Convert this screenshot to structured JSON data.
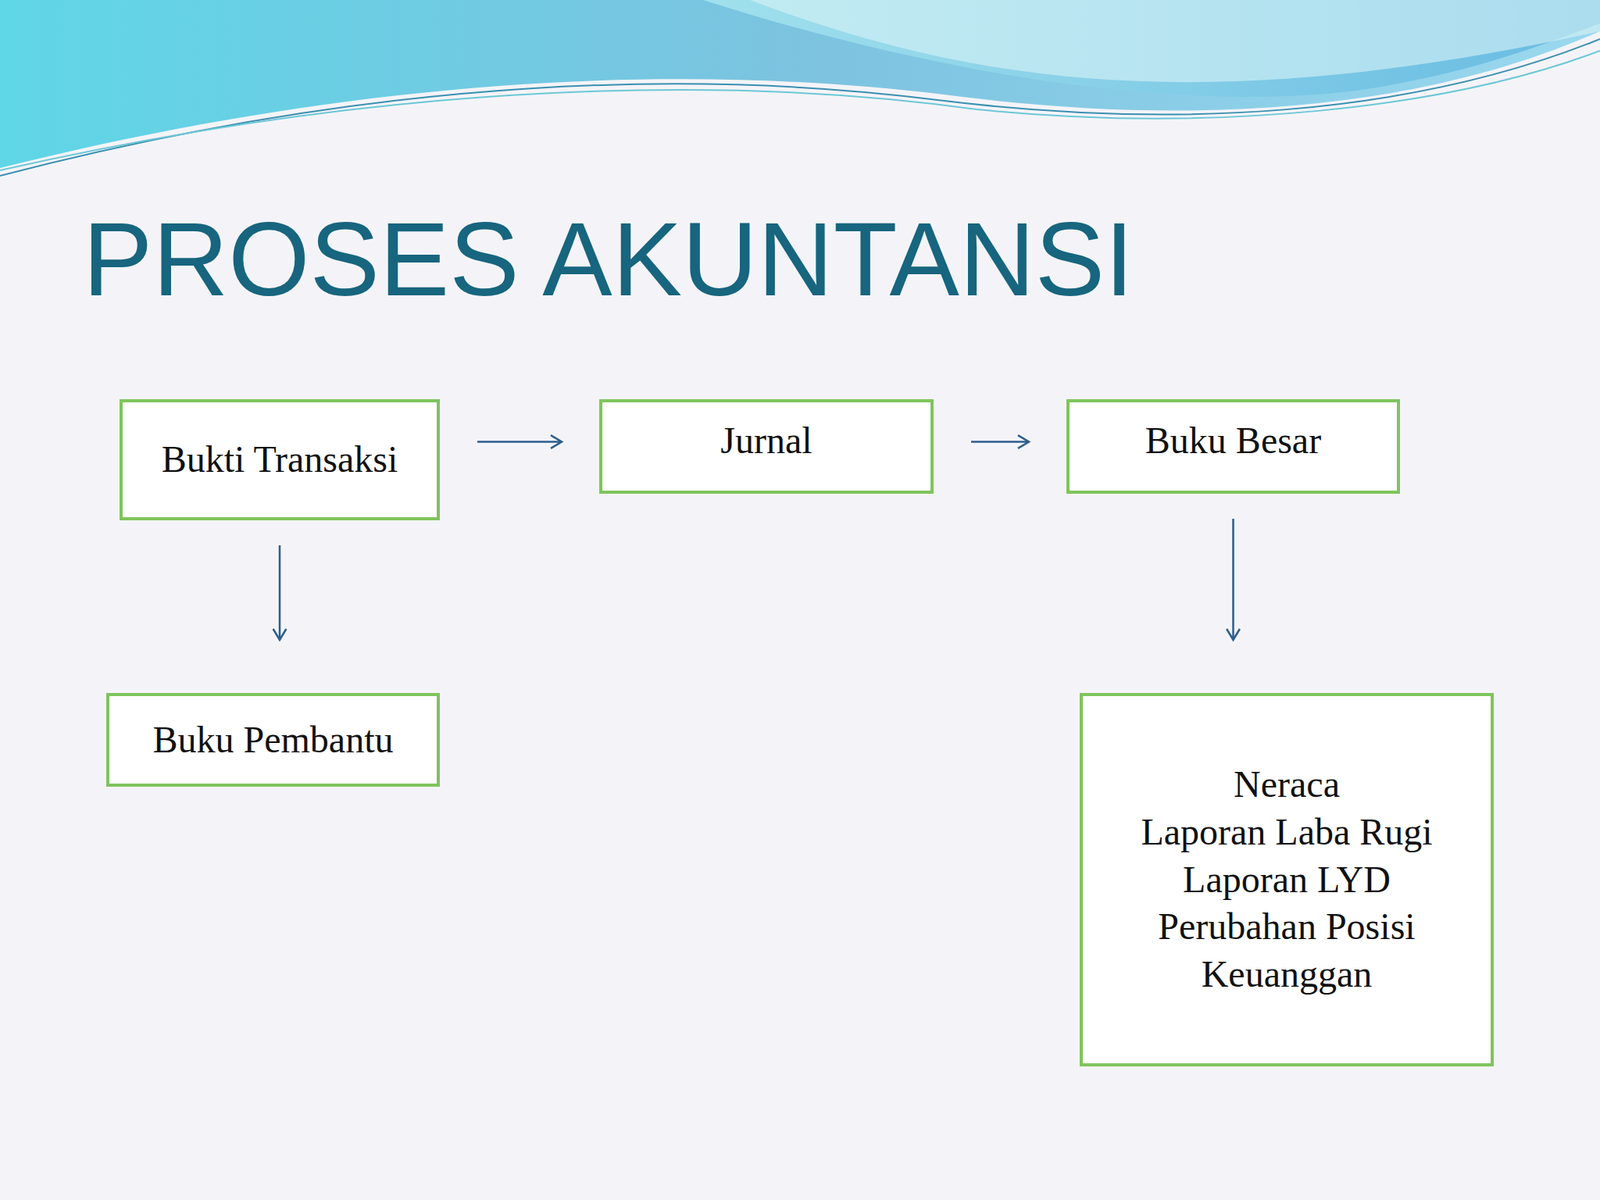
{
  "diagram": {
    "title": "PROSES AKUNTANSI",
    "nodes": [
      {
        "text": [
          "Bukti Transaksi"
        ]
      },
      {
        "text": [
          "Jurnal"
        ]
      },
      {
        "text": [
          "Buku Besar"
        ]
      },
      {
        "text": [
          "Buku Pembantu"
        ]
      },
      {
        "text": [
          "Neraca",
          "Laporan Laba Rugi",
          "Laporan LYD",
          "Perubahan Posisi Keuanggan"
        ]
      }
    ],
    "edges": [
      {
        "from": 0,
        "to": 1,
        "arrow": "to"
      },
      {
        "from": 1,
        "to": 2,
        "arrow": "to"
      },
      {
        "from": 0,
        "to": 3,
        "arrow": "to"
      },
      {
        "from": 2,
        "to": 4,
        "arrow": "to"
      }
    ]
  }
}
